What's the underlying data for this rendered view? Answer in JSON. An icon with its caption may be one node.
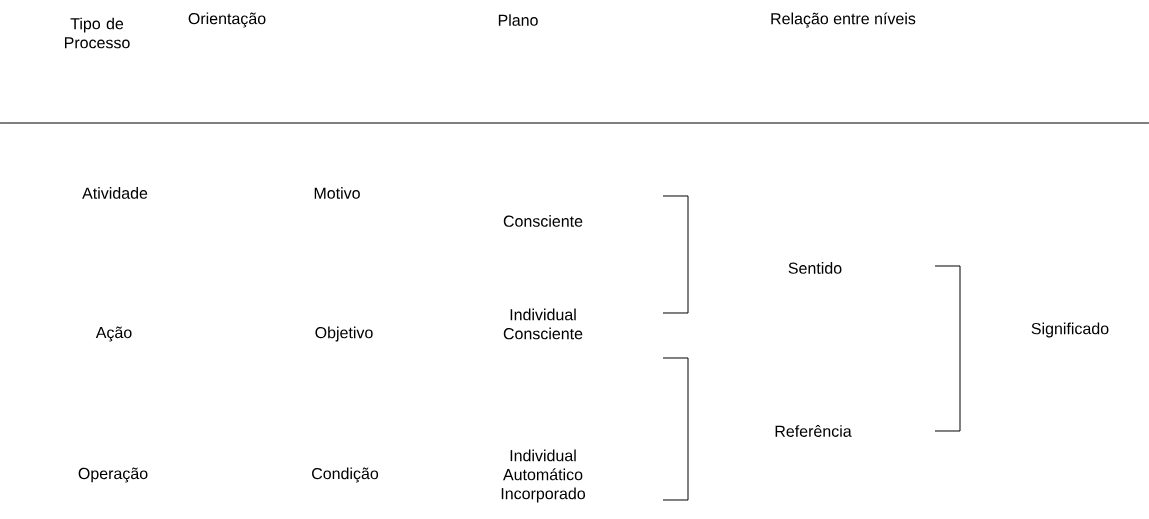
{
  "diagram": {
    "labels": [
      "Tipo de Processo",
      "Orientação",
      "Plano",
      "Relação entre níveis",
      "Atividade",
      "Motivo",
      "Consciente",
      "Sentido",
      "Ação",
      "Objetivo",
      "Individual Consciente",
      "Significado",
      "Referência",
      "Operação",
      "Condição",
      "Individual Automático Incorporado"
    ]
  }
}
